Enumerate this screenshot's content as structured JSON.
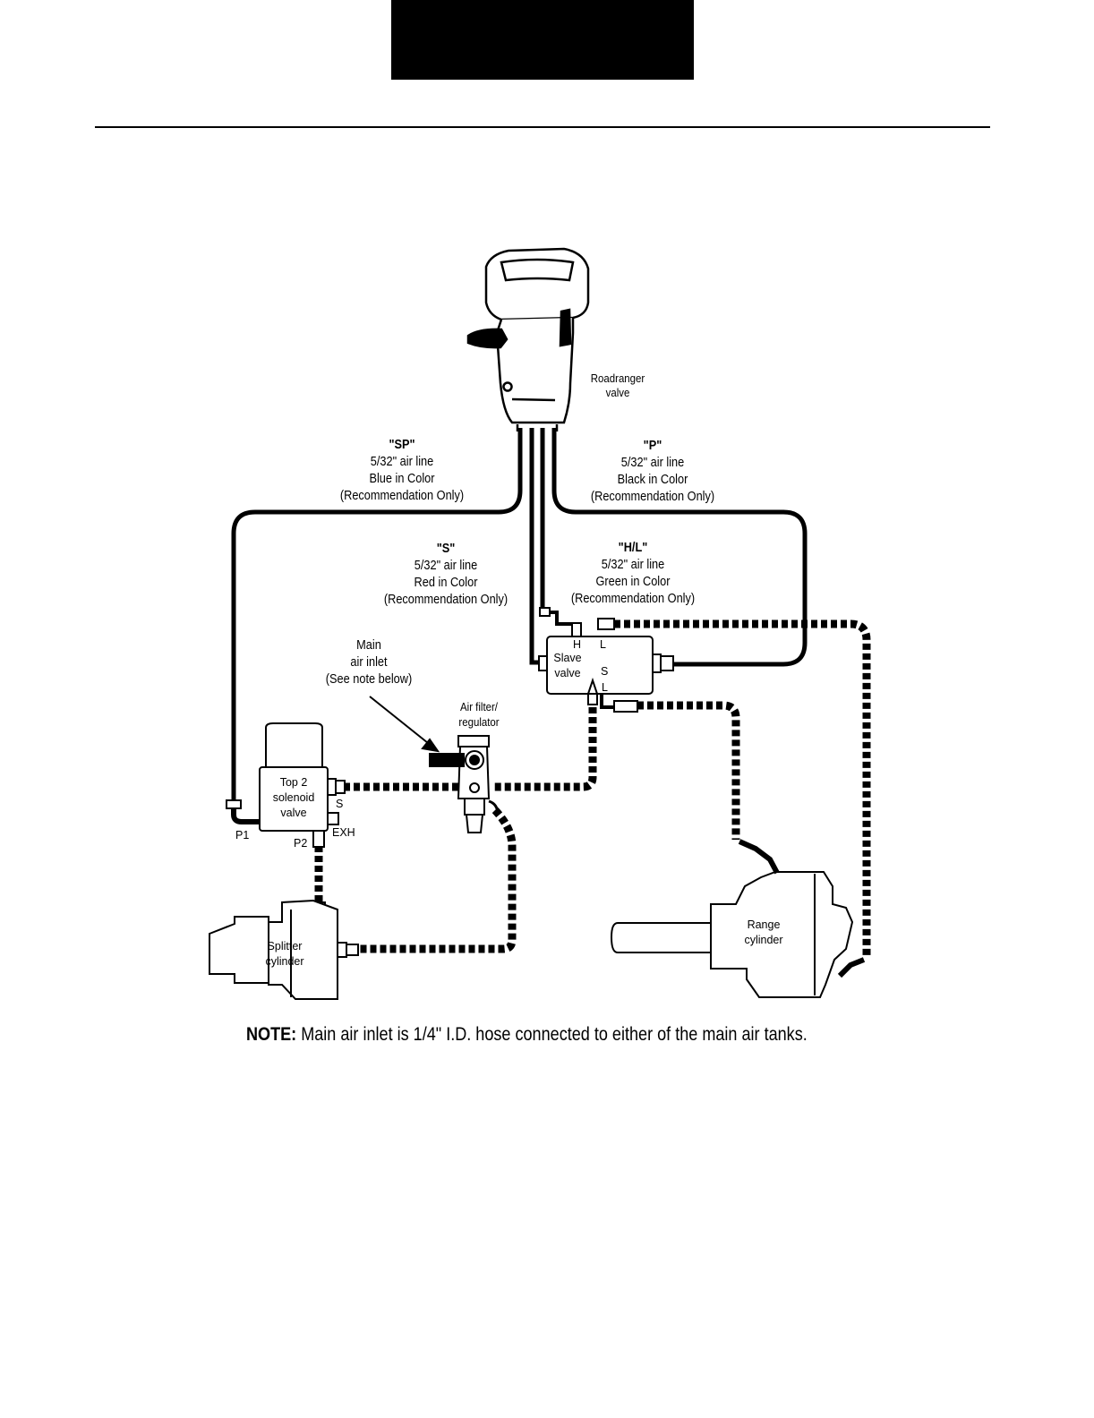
{
  "labels": {
    "roadranger": [
      "Roadranger",
      "valve"
    ],
    "sp": {
      "code": "\"SP\"",
      "lines": [
        "5/32\" air line",
        "Blue in Color",
        "(Recommendation Only)"
      ]
    },
    "p": {
      "code": "\"P\"",
      "lines": [
        "5/32\" air line",
        "Black in Color",
        "(Recommendation Only)"
      ]
    },
    "s": {
      "code": "\"S\"",
      "lines": [
        "5/32\" air line",
        "Red in Color",
        "(Recommendation Only)"
      ]
    },
    "hl": {
      "code": "\"H/L\"",
      "lines": [
        "5/32\" air line",
        "Green in Color",
        "(Recommendation Only)"
      ]
    },
    "main_inlet": [
      "Main",
      "air inlet",
      "(See note below)"
    ],
    "air_filter": [
      "Air filter/",
      "regulator"
    ],
    "slave_valve": [
      "Slave",
      "valve"
    ],
    "slave_ports": {
      "h": "H",
      "l_top": "L",
      "s": "S",
      "l_bottom": "L"
    },
    "top2": [
      "Top 2",
      "solenoid",
      "valve"
    ],
    "top2_ports": {
      "s": "S",
      "exh": "EXH",
      "p1": "P1",
      "p2": "P2"
    },
    "splitter": [
      "Splitter",
      "cylinder"
    ],
    "range": [
      "Range",
      "cylinder"
    ]
  },
  "note": {
    "prefix": "NOTE:",
    "text": " Main air inlet is 1/4\" I.D. hose connected to either of the main air tanks."
  },
  "colors": {
    "line": "#000000",
    "background": "#ffffff"
  }
}
